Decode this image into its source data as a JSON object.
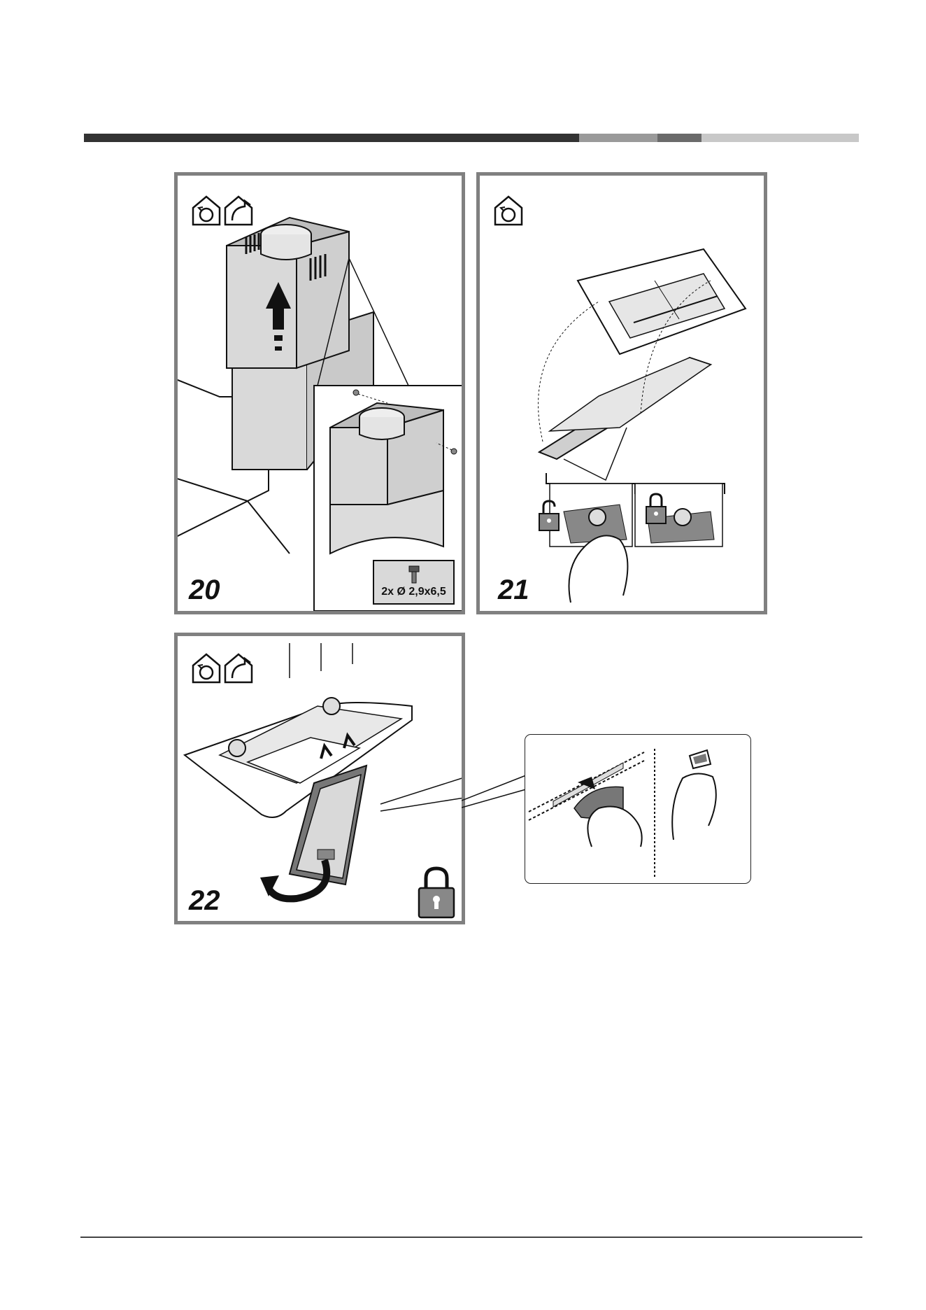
{
  "header_bar": {
    "segment_colors": [
      "#333333",
      "#9a9a9a",
      "#6a6a6a",
      "#c8c8c8"
    ]
  },
  "figures": [
    {
      "step": "20",
      "mode_icons": [
        "recirculation-icon",
        "extraction-icon"
      ],
      "screw_label": "2x Ø 2,9x6,5"
    },
    {
      "step": "21",
      "mode_icons": [
        "recirculation-icon"
      ]
    },
    {
      "step": "22",
      "mode_icons": [
        "recirculation-icon",
        "extraction-icon"
      ]
    }
  ],
  "colors": {
    "frame": "#808080",
    "metal": "#d9d9d9",
    "line": "#111111",
    "panel_dark": "#777777"
  }
}
